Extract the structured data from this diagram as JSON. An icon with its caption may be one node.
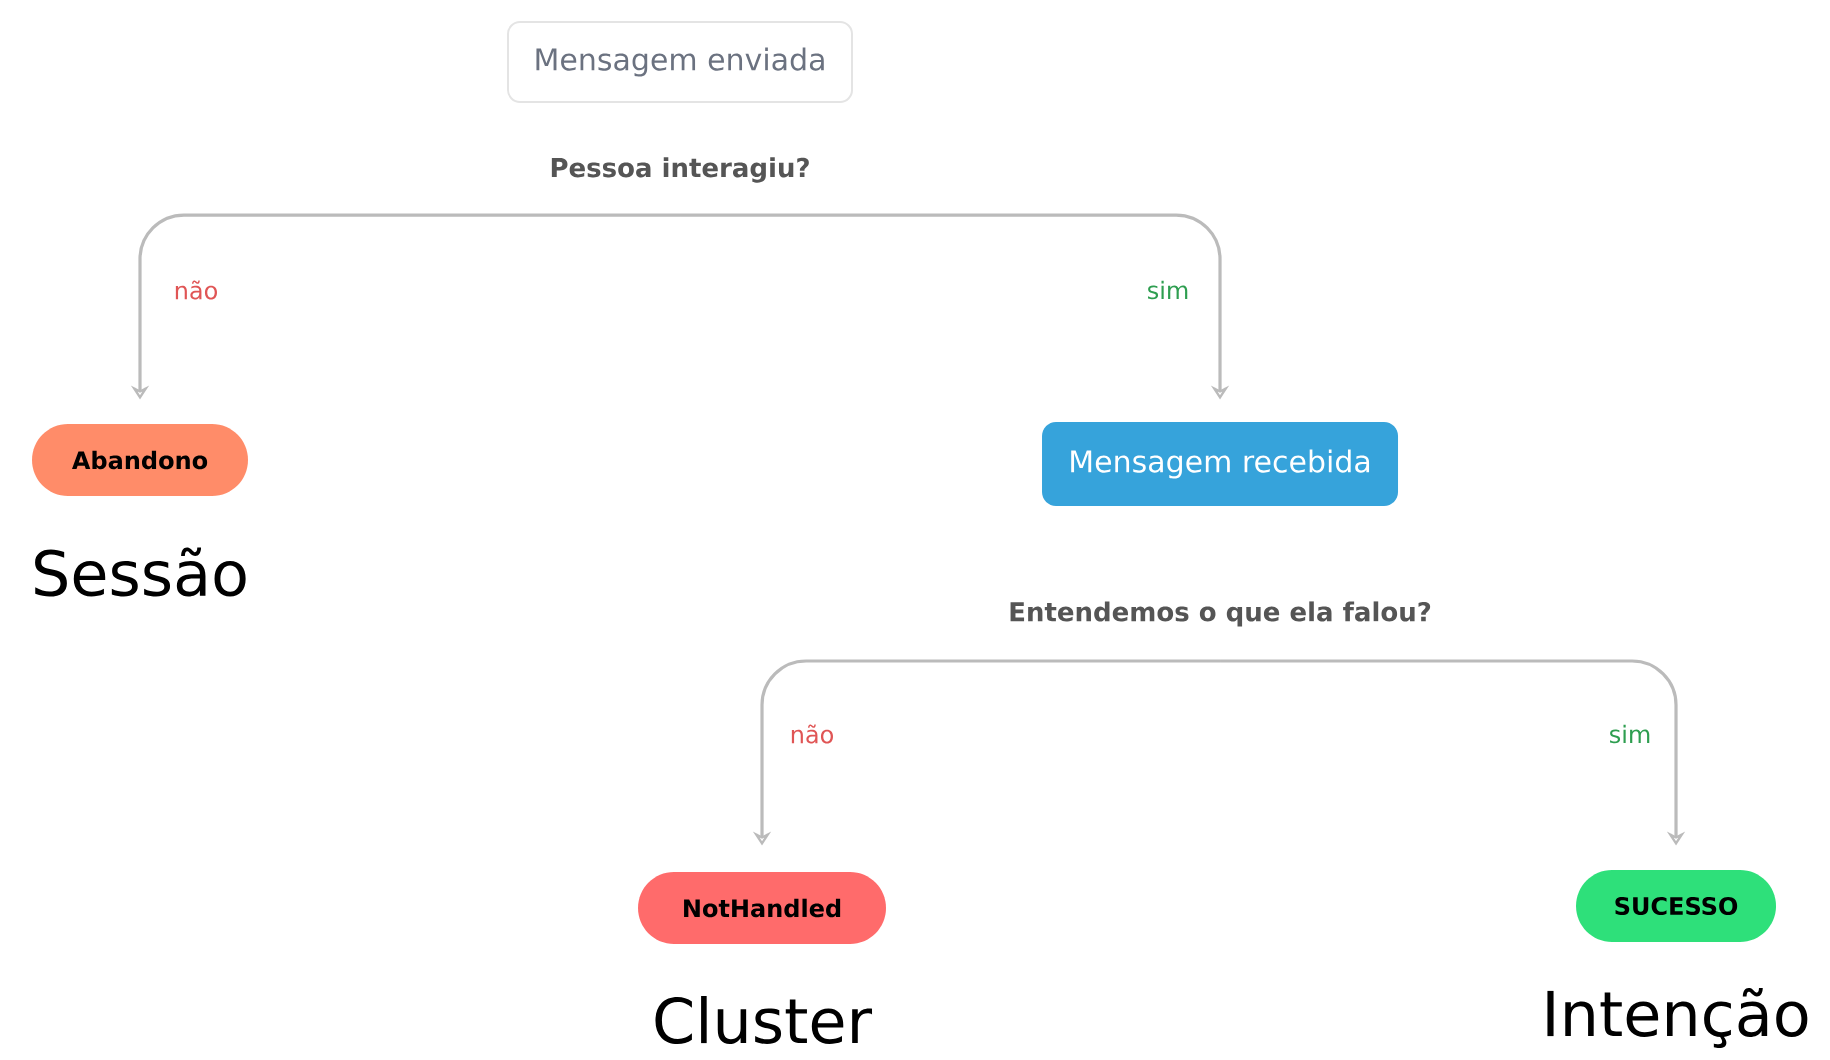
{
  "diagram": {
    "nodes": [
      {
        "text": [
          "Mensagem enviada"
        ]
      },
      {
        "text": [
          "Pessoa interagiu?"
        ]
      },
      {
        "text": [
          "Abandono"
        ],
        "beside": [
          "Sessão"
        ]
      },
      {
        "text": [
          "Mensagem recebida"
        ]
      },
      {
        "text": [
          "Entendemos o que ela falou?"
        ]
      },
      {
        "text": [
          "NotHandled"
        ],
        "beside": [
          "Cluster"
        ]
      },
      {
        "text": [
          "SUCESSO"
        ],
        "beside": [
          "Intenção"
        ]
      }
    ],
    "edges": [
      {
        "from": 1,
        "to": 2,
        "arrow": "to",
        "label": "não"
      },
      {
        "from": 1,
        "to": 3,
        "arrow": "to",
        "label": "sim"
      },
      {
        "from": 4,
        "to": 5,
        "arrow": "to",
        "label": "não"
      },
      {
        "from": 4,
        "to": 6,
        "arrow": "to",
        "label": "sim"
      }
    ]
  }
}
